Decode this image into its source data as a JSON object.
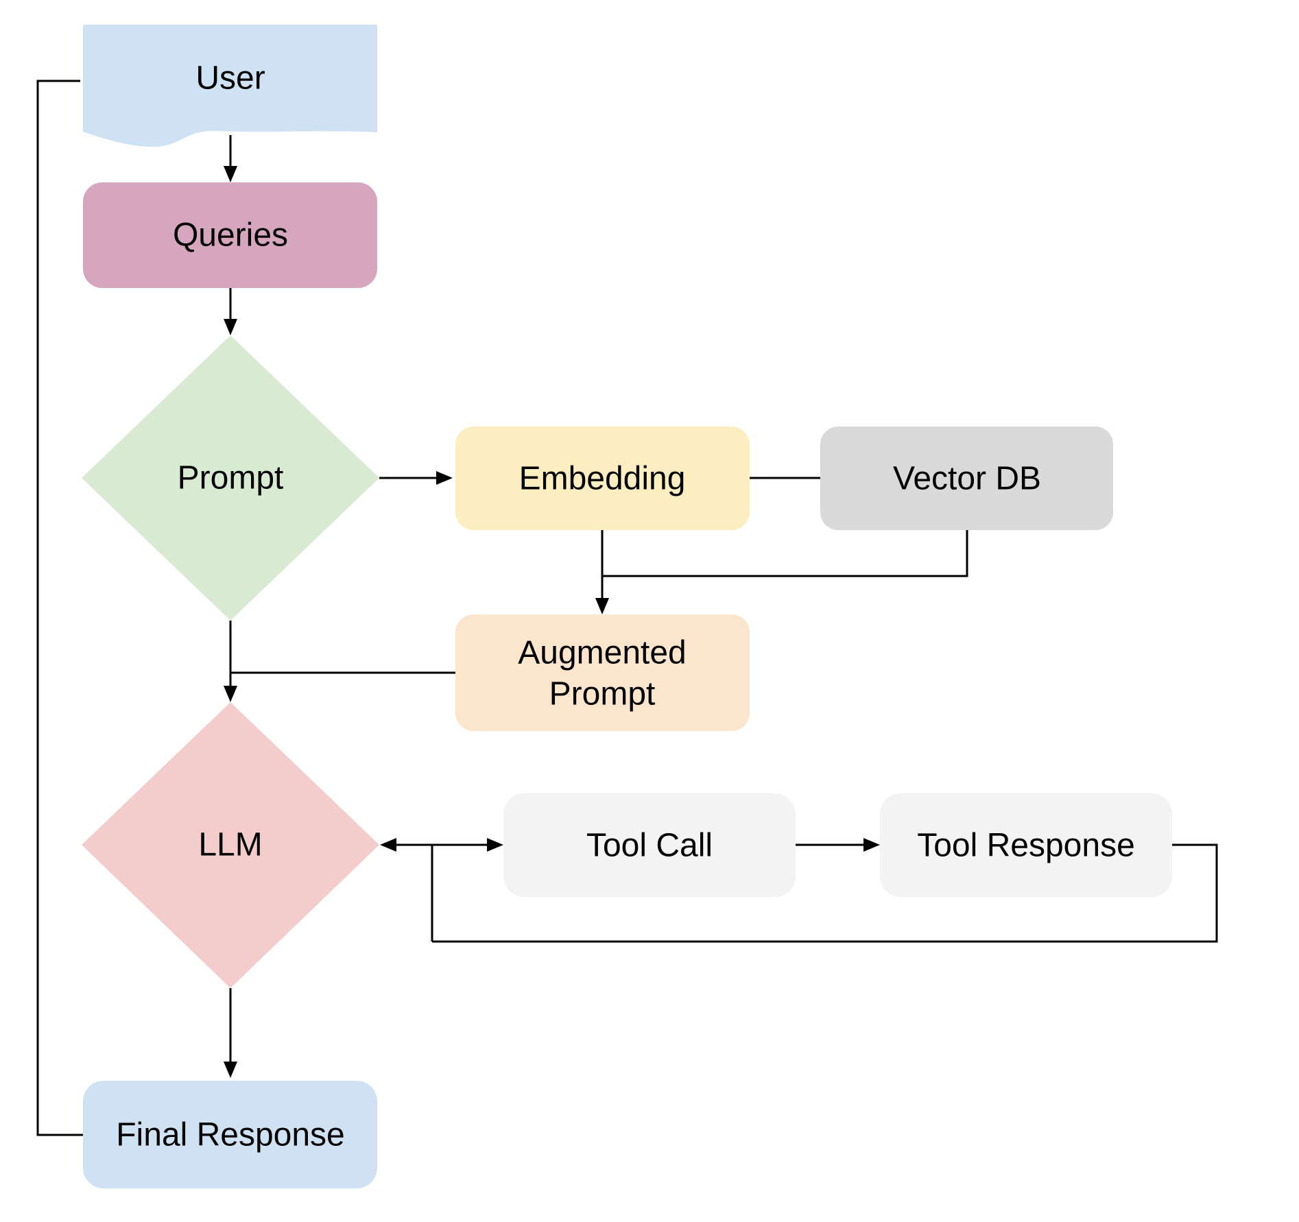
{
  "diagram": {
    "background": "#ffffff",
    "line_color": "#000000",
    "text_color": "#000000"
  },
  "nodes": {
    "user": {
      "label": "User",
      "fill": "#cfe2f3",
      "shape": "document"
    },
    "queries": {
      "label": "Queries",
      "fill": "#d5a6bd",
      "shape": "rounded-rect"
    },
    "prompt": {
      "label": "Prompt",
      "fill": "#d9ead3",
      "shape": "diamond"
    },
    "embedding": {
      "label": "Embedding",
      "fill": "#fdeec1",
      "shape": "rounded-rect"
    },
    "vector_db": {
      "label": "Vector DB",
      "fill": "#d9d9d9",
      "shape": "rounded-rect"
    },
    "augmented_prompt": {
      "line1": "Augmented",
      "line2": "Prompt",
      "fill": "#fce5cd",
      "shape": "rounded-rect"
    },
    "llm": {
      "label": "LLM",
      "fill": "#f4cccc",
      "shape": "diamond"
    },
    "tool_call": {
      "label": "Tool Call",
      "fill": "#f3f3f3",
      "shape": "rounded-rect"
    },
    "tool_response": {
      "label": "Tool Response",
      "fill": "#f3f3f3",
      "shape": "rounded-rect"
    },
    "final_response": {
      "label": "Final Response",
      "fill": "#cfe2f3",
      "shape": "rounded-rect"
    }
  },
  "edges": [
    {
      "from": "user",
      "to": "queries",
      "arrow": "end"
    },
    {
      "from": "queries",
      "to": "prompt",
      "arrow": "end"
    },
    {
      "from": "prompt",
      "to": "embedding",
      "arrow": "end"
    },
    {
      "from": "embedding",
      "to": "vector_db",
      "arrow": "none"
    },
    {
      "from": "embedding",
      "to": "augmented_prompt",
      "arrow": "end"
    },
    {
      "from": "vector_db",
      "to": "augmented_prompt",
      "arrow": "none"
    },
    {
      "from": "prompt",
      "to": "llm",
      "arrow": "end"
    },
    {
      "from": "augmented_prompt",
      "to": "llm",
      "arrow": "none"
    },
    {
      "from": "llm",
      "to": "tool_call",
      "arrow": "both"
    },
    {
      "from": "tool_call",
      "to": "tool_response",
      "arrow": "end"
    },
    {
      "from": "tool_response",
      "to": "llm",
      "arrow": "none"
    },
    {
      "from": "llm",
      "to": "final_response",
      "arrow": "end"
    },
    {
      "from": "final_response",
      "to": "user",
      "arrow": "none"
    }
  ]
}
